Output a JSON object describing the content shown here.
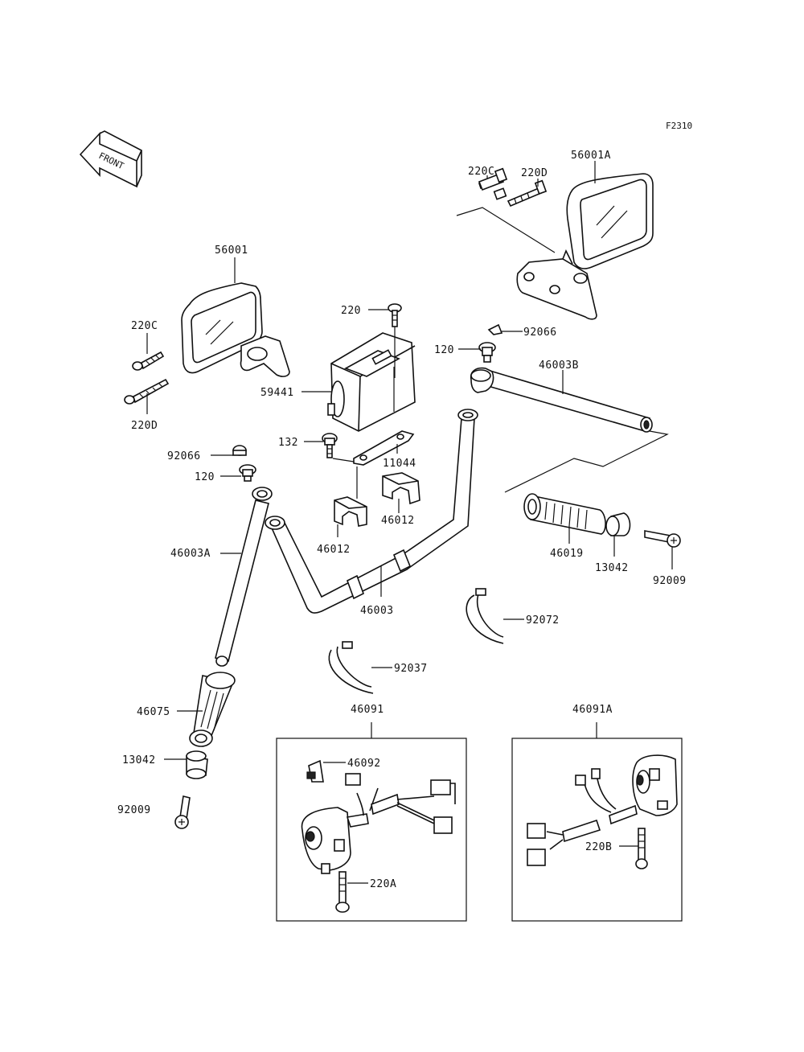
{
  "figure_code": "F2310",
  "front_label": "FRONT",
  "labels": {
    "p56001": "56001",
    "p56001A": "56001A",
    "p220C_left": "220C",
    "p220D_left": "220D",
    "p220C_right": "220C",
    "p220D_right": "220D",
    "p220": "220",
    "p59441": "59441",
    "p92066_right": "92066",
    "p120_right": "120",
    "p46003B": "46003B",
    "p132": "132",
    "p11044": "11044",
    "p92066_left": "92066",
    "p120_left": "120",
    "p46012_a": "46012",
    "p46012_b": "46012",
    "p46003A": "46003A",
    "p46003": "46003",
    "p46019": "46019",
    "p13042_right": "13042",
    "p92009_right": "92009",
    "p92072": "92072",
    "p92037": "92037",
    "p46075": "46075",
    "p13042_left": "13042",
    "p92009_left": "92009",
    "p46091": "46091",
    "p46091A": "46091A",
    "p46092": "46092",
    "p220A": "220A",
    "p220B": "220B"
  }
}
